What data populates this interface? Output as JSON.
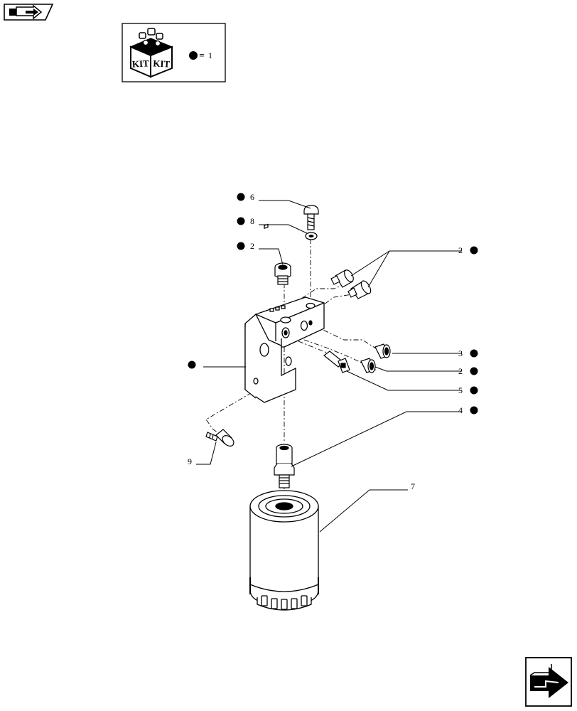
{
  "kit_legend": {
    "box_word_1": "KIT",
    "box_word_2": "KIT",
    "equals": "=",
    "count": "1"
  },
  "nav": {
    "top_icon": "back-arrow-icon",
    "bottom_icon": "next-arrow-icon"
  },
  "callouts": [
    {
      "id": "c6",
      "label": "6",
      "kit_marker": true
    },
    {
      "id": "c8",
      "label": "8",
      "kit_marker": true
    },
    {
      "id": "c2a",
      "label": "2",
      "kit_marker": true
    },
    {
      "id": "c2b",
      "label": "2",
      "kit_marker": true
    },
    {
      "id": "c3",
      "label": "3",
      "kit_marker": true
    },
    {
      "id": "c2c",
      "label": "2",
      "kit_marker": true
    },
    {
      "id": "c5",
      "label": "5",
      "kit_marker": true
    },
    {
      "id": "c4",
      "label": "4",
      "kit_marker": true
    },
    {
      "id": "c9",
      "label": "9",
      "kit_marker": false
    },
    {
      "id": "c7",
      "label": "7",
      "kit_marker": false
    },
    {
      "id": "cbracket",
      "label": "",
      "kit_marker": true
    }
  ]
}
